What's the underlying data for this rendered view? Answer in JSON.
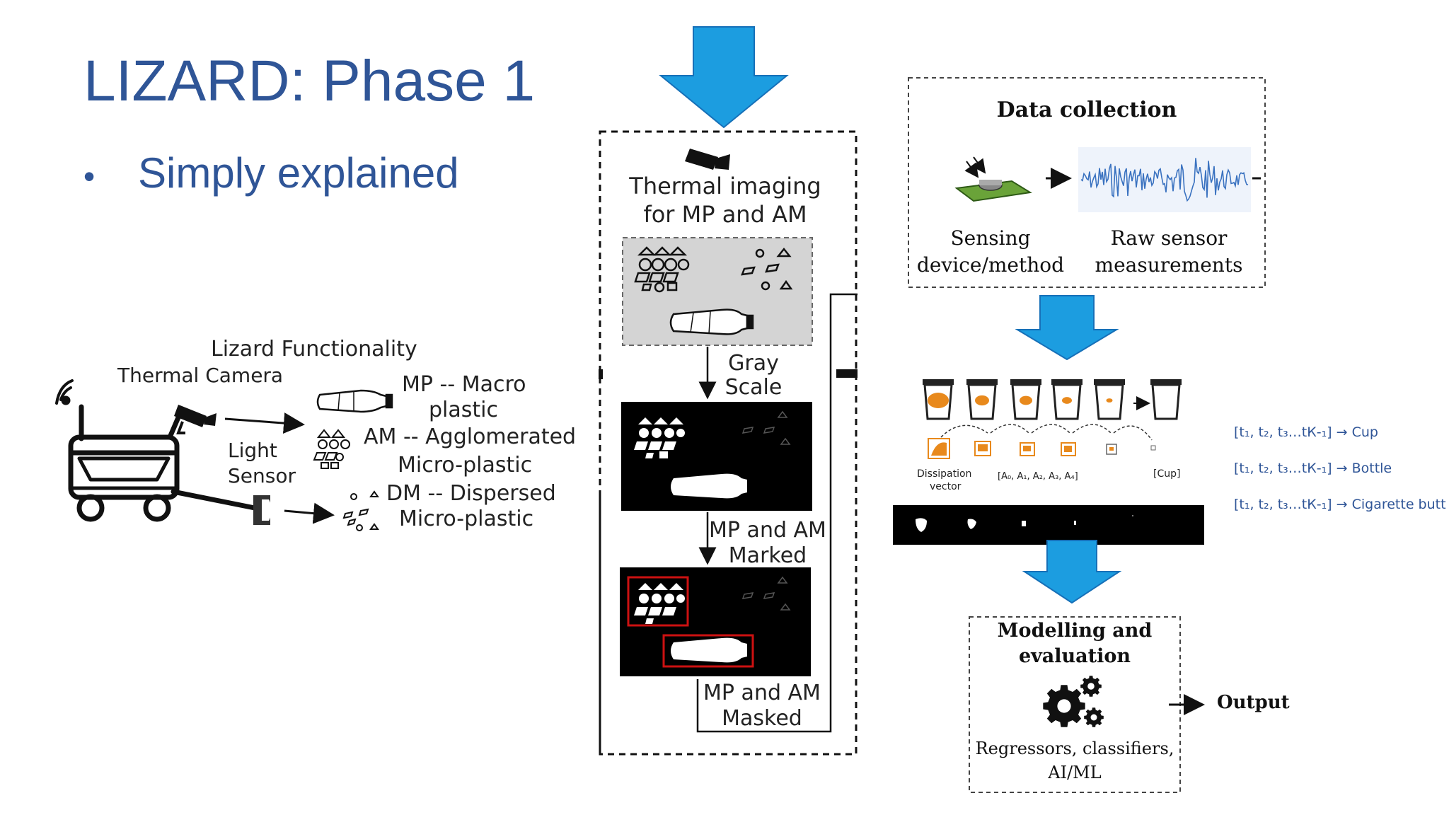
{
  "slide": {
    "title": "LIZARD: Phase 1",
    "bullet": "Simply explained"
  },
  "lizard": {
    "heading": "Lizard Functionality",
    "thermal_camera": "Thermal Camera",
    "light_sensor_1": "Light",
    "light_sensor_2": "Sensor",
    "mp_1": "MP -- Macro",
    "mp_2": "plastic",
    "am_1": "AM -- Agglomerated",
    "am_2": "Micro-plastic",
    "dm_1": "DM -- Dispersed",
    "dm_2": "Micro-plastic"
  },
  "pipeline": {
    "thermal_1": "Thermal imaging",
    "thermal_2": "for MP and AM",
    "gray_1": "Gray",
    "gray_2": "Scale",
    "marked_1": "MP and AM",
    "marked_2": "Marked",
    "masked_1": "MP and AM",
    "masked_2": "Masked"
  },
  "data_collection": {
    "title": "Data collection",
    "sensing_1": "Sensing",
    "sensing_2": "device/method",
    "raw_1": "Raw sensor",
    "raw_2": "measurements"
  },
  "dissipation": {
    "label_1": "Dissipation",
    "label_2": "vector",
    "areas": "[A₀, A₁, A₂, A₃, A₄]",
    "cup": "[Cup]"
  },
  "sequences": [
    {
      "text": "[t₁, t₂, t₃…tК-₁] → Cup"
    },
    {
      "text": "[t₁, t₂, t₃…tК-₁] → Bottle"
    },
    {
      "text": "[t₁, t₂, t₃…tК-₁] → Cigarette butt"
    }
  ],
  "modelling": {
    "title_1": "Modelling and",
    "title_2": "evaluation",
    "sub_1": "Regressors, classifiers,",
    "sub_2": "AI/ML",
    "output": "Output"
  },
  "colors": {
    "title_blue": "#2f5597",
    "arrow_blue": "#1c9de0",
    "marker_red": "#cc1111",
    "cup_orange": "#e8891c",
    "sensor_green": "#6aa339",
    "wave_blue": "#3a72c0"
  }
}
